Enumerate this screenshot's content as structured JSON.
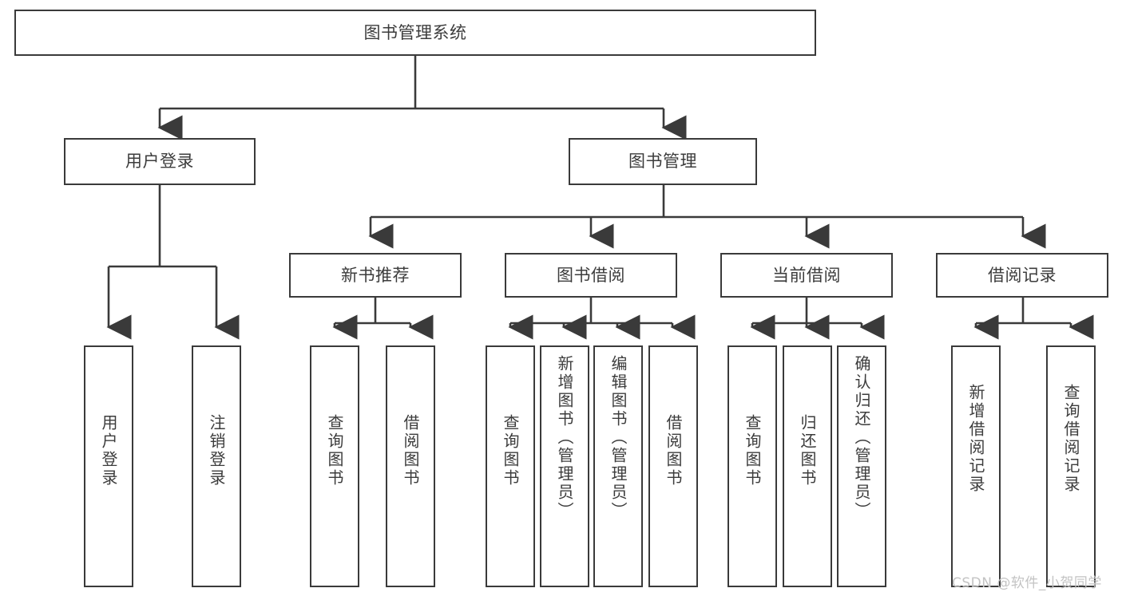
{
  "diagram": {
    "title": "图书管理系统",
    "type": "hierarchy-tree",
    "watermark": "CSDN @软件_小贺同学",
    "colors": {
      "box_border": "#3a3a3a",
      "box_fill": "#ffffff",
      "text": "#3c3c3c",
      "connector": "#3a3a3a",
      "watermark": "#c3c3c3",
      "background": "#ffffff"
    },
    "levels": [
      {
        "level": 1,
        "nodes": [
          {
            "id": "root",
            "label": "图书管理系统"
          }
        ]
      },
      {
        "level": 2,
        "nodes": [
          {
            "id": "login",
            "label": "用户登录"
          },
          {
            "id": "bookmgmt",
            "label": "图书管理"
          }
        ]
      },
      {
        "level": 3,
        "nodes": [
          {
            "id": "newbook",
            "label": "新书推荐"
          },
          {
            "id": "borrow",
            "label": "图书借阅"
          },
          {
            "id": "current",
            "label": "当前借阅"
          },
          {
            "id": "record",
            "label": "借阅记录"
          }
        ]
      },
      {
        "level": 4,
        "nodes": [
          {
            "id": "leaf1",
            "label": "用户登录",
            "parent": "login"
          },
          {
            "id": "leaf2",
            "label": "注销登录",
            "parent": "login"
          },
          {
            "id": "leaf3",
            "label": "查询图书",
            "parent": "newbook"
          },
          {
            "id": "leaf4",
            "label": "借阅图书",
            "parent": "newbook"
          },
          {
            "id": "leaf5",
            "label": "查询图书",
            "parent": "borrow"
          },
          {
            "id": "leaf6",
            "label": "新增图书（管理员）",
            "parent": "borrow"
          },
          {
            "id": "leaf7",
            "label": "编辑图书（管理员）",
            "parent": "borrow"
          },
          {
            "id": "leaf8",
            "label": "借阅图书",
            "parent": "borrow"
          },
          {
            "id": "leaf9",
            "label": "查询图书",
            "parent": "current"
          },
          {
            "id": "leaf10",
            "label": "归还图书",
            "parent": "current"
          },
          {
            "id": "leaf11",
            "label": "确认归还（管理员）",
            "parent": "current"
          },
          {
            "id": "leaf12",
            "label": "新增借阅记录",
            "parent": "record"
          },
          {
            "id": "leaf13",
            "label": "查询借阅记录",
            "parent": "record"
          }
        ]
      }
    ]
  }
}
